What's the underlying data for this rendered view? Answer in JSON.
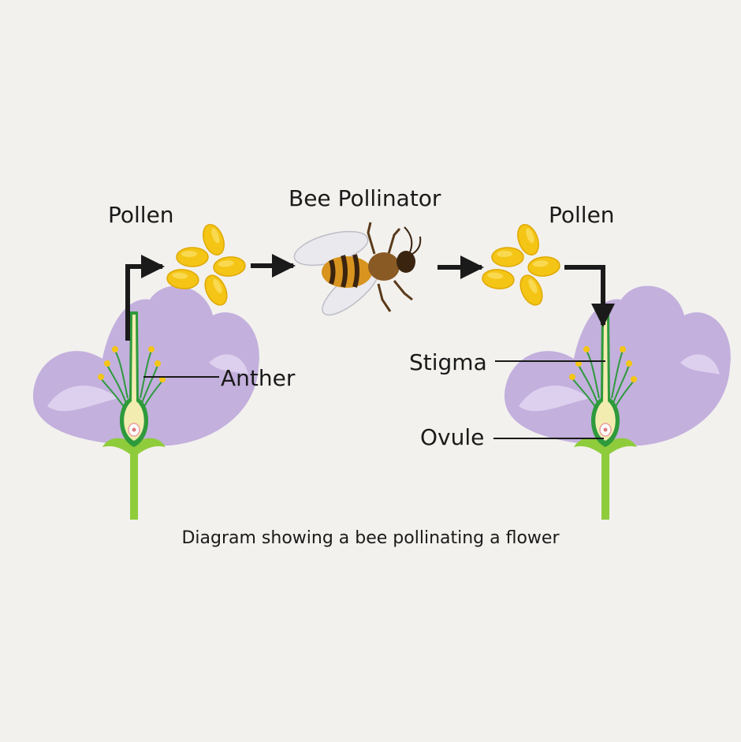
{
  "labels": {
    "pollen_left": "Pollen",
    "bee": "Bee Pollinator",
    "pollen_right": "Pollen",
    "anther": "Anther",
    "stigma": "Stigma",
    "ovule": "Ovule"
  },
  "caption": "Diagram showing a bee pollinating a flower",
  "colors": {
    "background": "#f2f1ee",
    "petal": "#c3b0dd",
    "petal_light": "#ddd0ee",
    "stem": "#8fcc3b",
    "pistil": "#2e9a3c",
    "ovary_fill": "#f3ecb0",
    "pollen": "#f4c514",
    "arrow": "#1a1a1a"
  }
}
